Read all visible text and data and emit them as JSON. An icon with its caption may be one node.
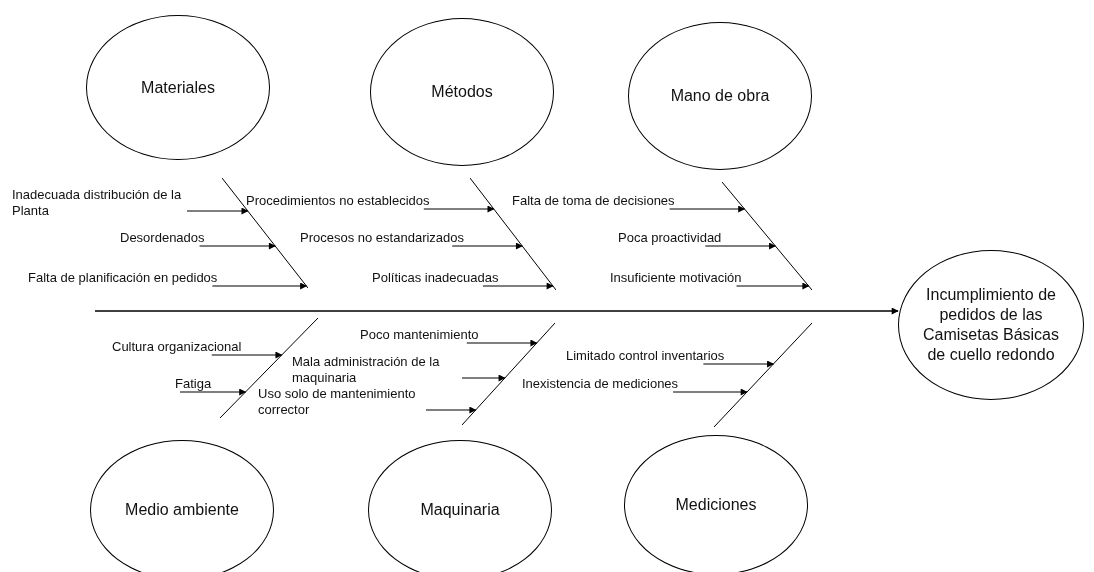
{
  "diagram": {
    "nodes": [
      {
        "text": [
          "Materiales"
        ]
      },
      {
        "text": [
          "Métodos"
        ]
      },
      {
        "text": [
          "Mano de obra"
        ]
      },
      {
        "text": [
          "Inadecuada distribución de la Planta"
        ]
      },
      {
        "text": [
          "Desordenados"
        ]
      },
      {
        "text": [
          "Falta de planificación en pedidos"
        ]
      },
      {
        "text": [
          "Procedimientos no establecidos"
        ]
      },
      {
        "text": [
          "Procesos no estandarizados"
        ]
      },
      {
        "text": [
          "Políticas inadecuadas"
        ]
      },
      {
        "text": [
          "Falta de toma de decisiones"
        ]
      },
      {
        "text": [
          "Poca proactividad"
        ]
      },
      {
        "text": [
          "Insuficiente motivación"
        ]
      },
      {
        "text": [
          "Incumplimiento de pedidos de las Camisetas Básicas de cuello redondo"
        ]
      },
      {
        "text": [
          "Cultura organizacional"
        ]
      },
      {
        "text": [
          "Fatiga"
        ]
      },
      {
        "text": [
          "Poco mantenimiento"
        ]
      },
      {
        "text": [
          "Mala administración de la maquinaria"
        ]
      },
      {
        "text": [
          "Uso solo de mantenimiento corrector"
        ]
      },
      {
        "text": [
          "Limitado control inventarios"
        ]
      },
      {
        "text": [
          "Inexistencia de mediciones"
        ]
      },
      {
        "text": [
          "Medio ambiente"
        ]
      },
      {
        "text": [
          "Maquinaria"
        ]
      },
      {
        "text": [
          "Mediciones"
        ]
      },
      {
        "text": [],
        "shape": "line"
      },
      {
        "text": [],
        "shape": "line"
      },
      {
        "text": [],
        "shape": "line"
      },
      {
        "text": [],
        "shape": "line"
      },
      {
        "text": [],
        "shape": "line"
      },
      {
        "text": [],
        "shape": "line"
      }
    ],
    "edges": [
      {
        "from": null,
        "to": 12,
        "arrow": "to"
      },
      {
        "from": 3,
        "to": 23,
        "arrow": "to"
      },
      {
        "from": 4,
        "to": 23,
        "arrow": "to"
      },
      {
        "from": 5,
        "to": 23,
        "arrow": "to"
      },
      {
        "from": 6,
        "to": 24,
        "arrow": "to"
      },
      {
        "from": 7,
        "to": 24,
        "arrow": "to"
      },
      {
        "from": 8,
        "to": 24,
        "arrow": "to"
      },
      {
        "from": 9,
        "to": 25,
        "arrow": "to"
      },
      {
        "from": 10,
        "to": 25,
        "arrow": "to"
      },
      {
        "from": 11,
        "to": 25,
        "arrow": "to"
      },
      {
        "from": 13,
        "to": 26,
        "arrow": "to"
      },
      {
        "from": 14,
        "to": 26,
        "arrow": "to"
      },
      {
        "from": 15,
        "to": 27,
        "arrow": "to"
      },
      {
        "from": 16,
        "to": 27,
        "arrow": "to"
      },
      {
        "from": 17,
        "to": 27,
        "arrow": "to"
      },
      {
        "from": 18,
        "to": 28,
        "arrow": "to"
      },
      {
        "from": 19,
        "to": 28,
        "arrow": "to"
      }
    ]
  }
}
